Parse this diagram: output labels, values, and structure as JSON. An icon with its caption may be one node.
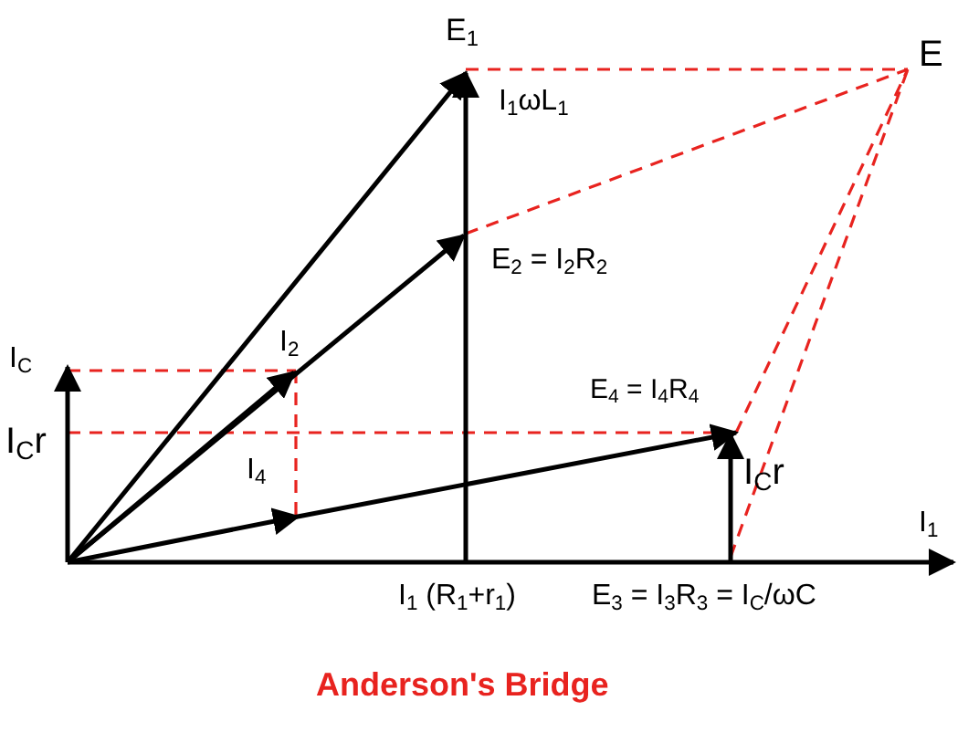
{
  "diagram": {
    "caption": "Anderson's Bridge",
    "labels": [
      "E$_{1}$",
      "E",
      "I$_{1}$ωL$_{1}$",
      "E$_{2}$ = I$_{2}$R$_{2}$",
      "I$_{C}$",
      "I$_{2}$",
      "E$_{4}$ = I$_{4}$R$_{4}$",
      "I$_{C}$r",
      "I$_{4}$",
      "I$_{C}$r",
      "I$_{1}$",
      "I$_{1}$ (R$_{1}$+r$_{1}$)",
      "E$_{3}$ = I$_{3}$R$_{3}$ = I$_{C}$/ωC"
    ]
  }
}
